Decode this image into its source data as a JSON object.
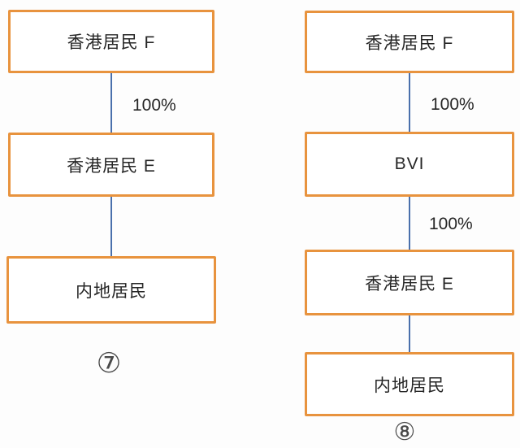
{
  "colors": {
    "page_bg": "#fdfdfd",
    "box_border": "#e8933e",
    "box_fill": "#ffffff",
    "connector": "#4a70ac",
    "text": "#262626",
    "caption": "#4a4a4a"
  },
  "diagrams": [
    {
      "caption": "⑦",
      "nodes": [
        {
          "label": "香港居民 F"
        },
        {
          "label": "香港居民 E"
        },
        {
          "label": "内地居民"
        }
      ],
      "edges": [
        {
          "from": "香港居民 F",
          "to": "香港居民 E",
          "label": "100%"
        },
        {
          "from": "香港居民 E",
          "to": "内地居民",
          "label": ""
        }
      ]
    },
    {
      "caption": "⑧",
      "nodes": [
        {
          "label": "香港居民 F"
        },
        {
          "label": "BVI"
        },
        {
          "label": "香港居民 E"
        },
        {
          "label": "内地居民"
        }
      ],
      "edges": [
        {
          "from": "香港居民 F",
          "to": "BVI",
          "label": "100%"
        },
        {
          "from": "BVI",
          "to": "香港居民 E",
          "label": "100%"
        },
        {
          "from": "香港居民 E",
          "to": "内地居民",
          "label": ""
        }
      ]
    }
  ]
}
